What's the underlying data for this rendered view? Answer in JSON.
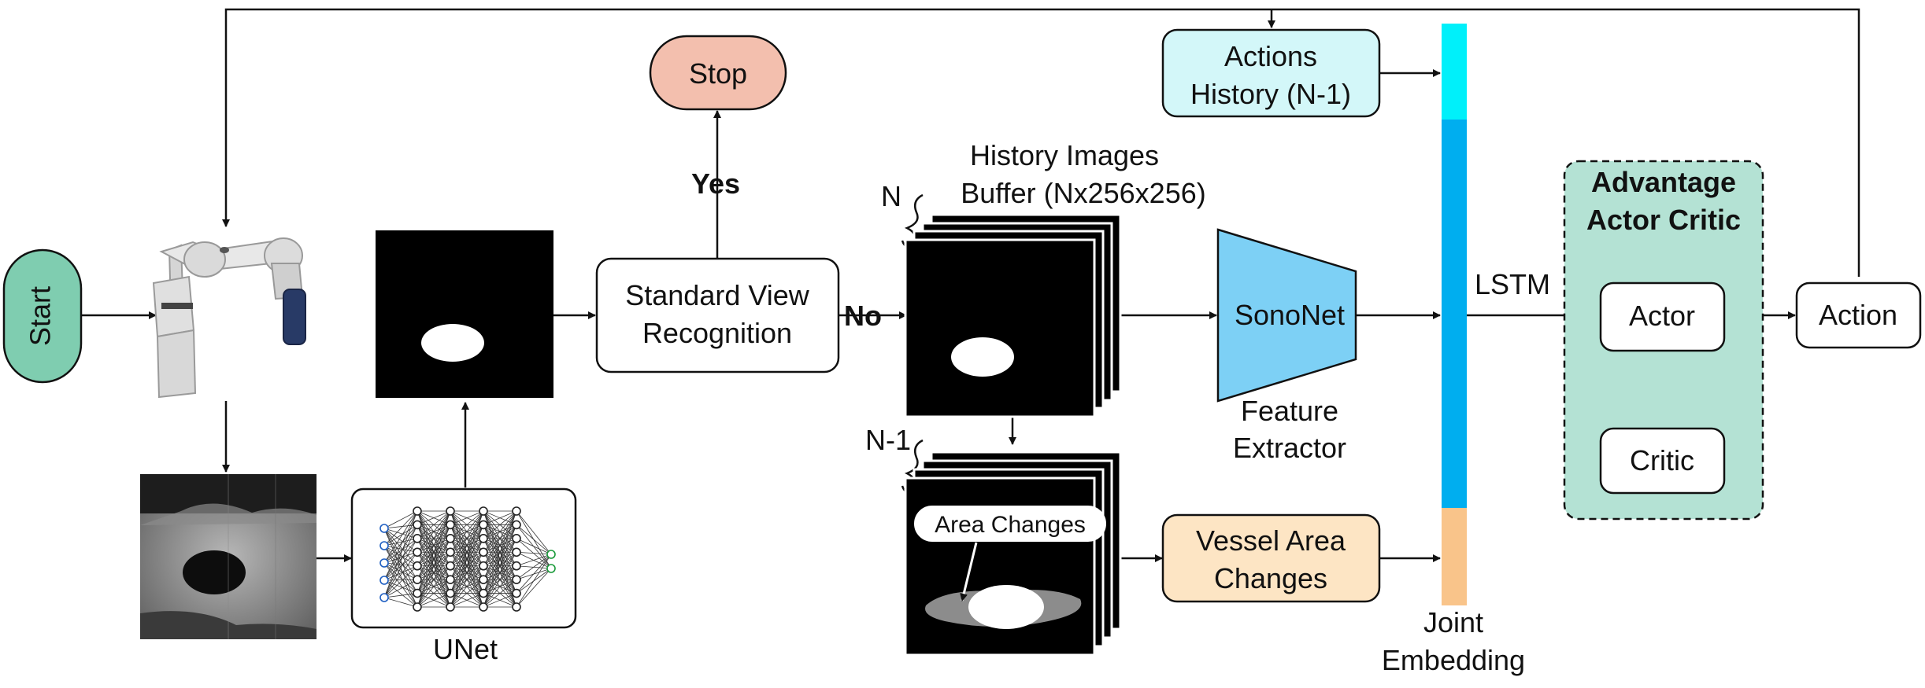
{
  "colors": {
    "start": "#7fcdb0",
    "stop": "#f3bfae",
    "actions_history": "#d3f7f9",
    "vessel_area": "#fde5c4",
    "sononet": "#7dd0f5",
    "actor_critic_panel": "#b4e2d4",
    "lstm_top": "#00f0fa",
    "lstm_mid": "#00aeef",
    "lstm_bottom": "#f9c48a",
    "unet_input_nodes": "#1f5fc2",
    "unet_output_nodes": "#1a9a3a"
  },
  "labels": {
    "start": "Start",
    "stop": "Stop",
    "yes": "Yes",
    "no": "No",
    "standard_view_1": "Standard View",
    "standard_view_2": "Recognition",
    "unet": "UNet",
    "history_title_1": "History Images",
    "history_title_2": "Buffer (Nx256x256)",
    "n": "N",
    "n_minus_1": "N-1",
    "area_changes": "Area Changes",
    "actions_history_1": "Actions",
    "actions_history_2": "History (N-1)",
    "vessel_area_1": "Vessel Area",
    "vessel_area_2": "Changes",
    "sononet": "SonoNet",
    "feature_extractor_1": "Feature",
    "feature_extractor_2": "Extractor",
    "lstm": "LSTM",
    "joint_embedding_1": "Joint",
    "joint_embedding_2": "Embedding",
    "advantage_1": "Advantage",
    "advantage_2": "Actor Critic",
    "actor": "Actor",
    "critic": "Critic",
    "action": "Action"
  }
}
